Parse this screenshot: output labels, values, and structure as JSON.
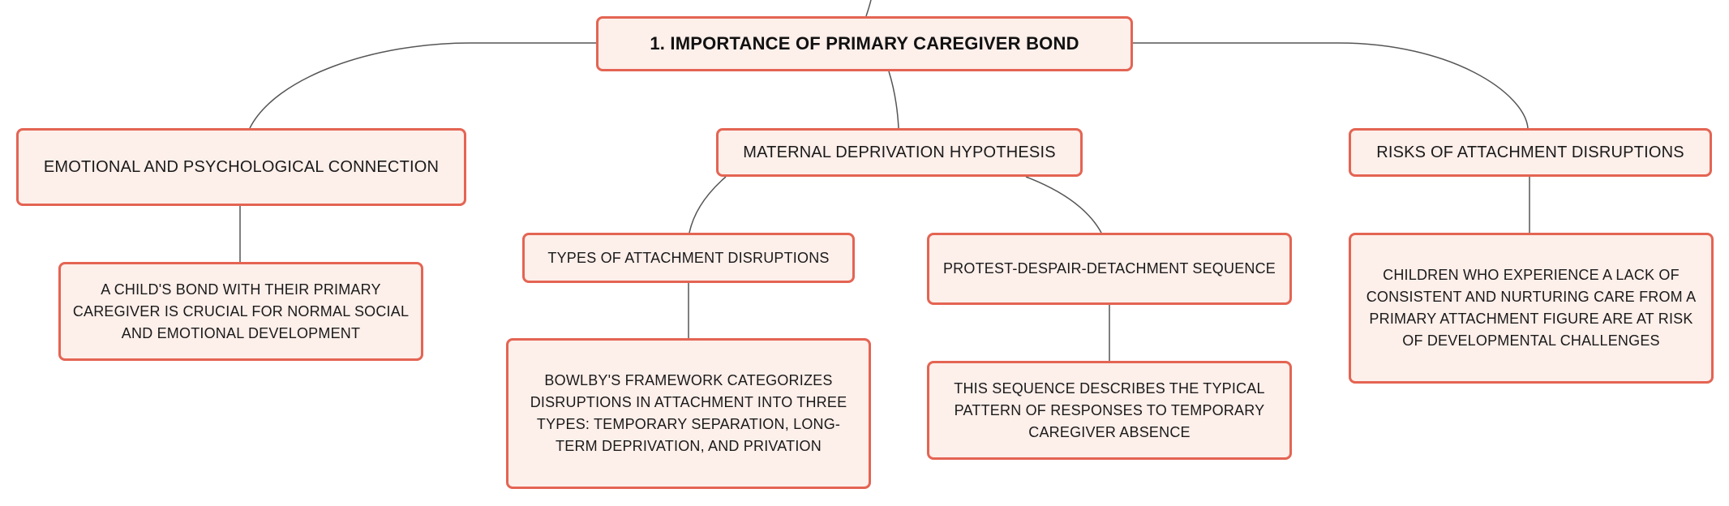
{
  "root": {
    "label": "1. IMPORTANCE OF PRIMARY CAREGIVER BOND"
  },
  "branches": {
    "emotional": {
      "label": "EMOTIONAL AND PSYCHOLOGICAL CONNECTION",
      "detail": "A CHILD'S BOND WITH THEIR PRIMARY CAREGIVER IS CRUCIAL FOR NORMAL SOCIAL AND EMOTIONAL DEVELOPMENT"
    },
    "maternal": {
      "label": "MATERNAL DEPRIVATION HYPOTHESIS",
      "types": {
        "label": "TYPES OF ATTACHMENT DISRUPTIONS",
        "detail": "BOWLBY'S FRAMEWORK CATEGORIZES DISRUPTIONS IN ATTACHMENT INTO THREE TYPES: TEMPORARY SEPARATION, LONG-TERM DEPRIVATION, AND PRIVATION"
      },
      "sequence": {
        "label": "PROTEST-DESPAIR-DETACHMENT SEQUENCE",
        "detail": "THIS SEQUENCE DESCRIBES THE TYPICAL PATTERN OF RESPONSES TO TEMPORARY CAREGIVER ABSENCE"
      }
    },
    "risks": {
      "label": "RISKS OF ATTACHMENT DISRUPTIONS",
      "detail": "CHILDREN WHO EXPERIENCE A LACK OF CONSISTENT AND NURTURING CARE FROM A PRIMARY ATTACHMENT FIGURE ARE AT RISK OF DEVELOPMENTAL CHALLENGES"
    }
  },
  "colors": {
    "node_fill": "#fdefea",
    "node_border": "#e46453",
    "connector": "#555555"
  }
}
